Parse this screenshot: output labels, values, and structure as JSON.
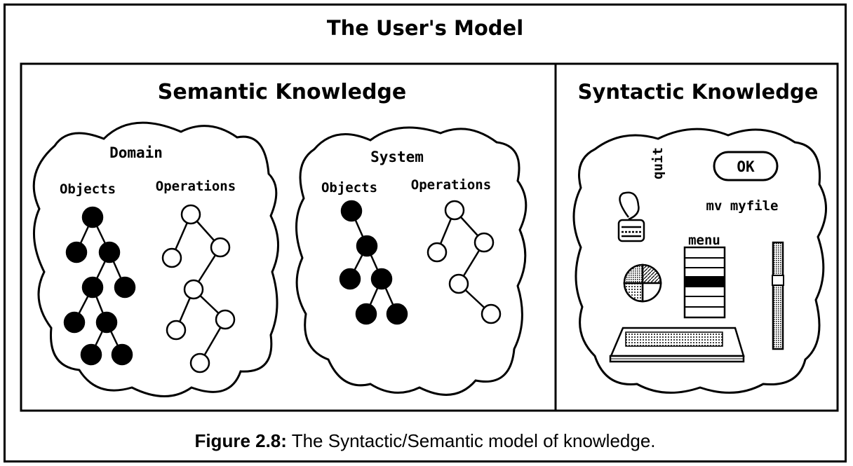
{
  "title": "The User's Model",
  "semantic": {
    "heading": "Semantic Knowledge",
    "domain": {
      "label": "Domain",
      "objects_label": "Objects",
      "operations_label": "Operations"
    },
    "system": {
      "label": "System",
      "objects_label": "Objects",
      "operations_label": "Operations"
    }
  },
  "syntactic": {
    "heading": "Syntactic Knowledge",
    "quit_label": "quit",
    "ok_label": "OK",
    "command_label": "mv myfile",
    "menu_label": "menu"
  },
  "caption": {
    "number": "Figure 2.8:",
    "text": "The Syntactic/Semantic model of knowledge."
  }
}
